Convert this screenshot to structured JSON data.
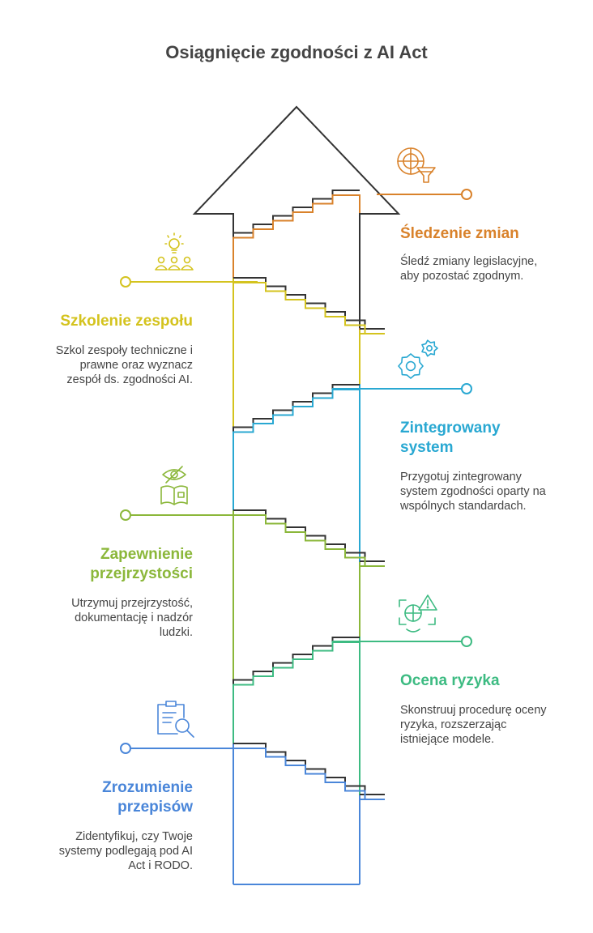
{
  "title": "Osiągnięcie zgodności z AI Act",
  "steps": [
    {
      "title_lines": [
        "Śledzenie zmian"
      ],
      "description_lines": [
        "Śledź zmiany legislacyjne,",
        "aby pozostać zgodnym."
      ],
      "icon": "radar-funnel-icon",
      "color": "#D9822B"
    },
    {
      "title_lines": [
        "Szkolenie zespołu"
      ],
      "description_lines": [
        "Szkol zespoły techniczne i",
        "prawne oraz wyznacz",
        "zespół ds. zgodności AI."
      ],
      "icon": "lightbulb-team-icon",
      "color": "#D4C31E"
    },
    {
      "title_lines": [
        "Zintegrowany",
        "system"
      ],
      "description_lines": [
        "Przygotuj zintegrowany",
        "system zgodności oparty na",
        "wspólnych standardach."
      ],
      "icon": "gears-icon",
      "color": "#29A8D2"
    },
    {
      "title_lines": [
        "Zapewnienie",
        "przejrzystości"
      ],
      "description_lines": [
        "Utrzymuj przejrzystość,",
        "dokumentację i nadzór",
        "ludzki."
      ],
      "icon": "eye-book-icon",
      "color": "#8BB73A"
    },
    {
      "title_lines": [
        "Ocena ryzyka"
      ],
      "description_lines": [
        "Skonstruuj procedurę oceny",
        "ryzyka, rozszerzając",
        "istniejące modele."
      ],
      "icon": "risk-warning-icon",
      "color": "#3DBB82"
    },
    {
      "title_lines": [
        "Zrozumienie",
        "przepisów"
      ],
      "description_lines": [
        "Zidentyfikuj, czy Twoje",
        "systemy podlegają pod AI",
        "Act i RODO."
      ],
      "icon": "clipboard-search-icon",
      "color": "#4A86D9"
    }
  ],
  "colors": {
    "outline": "#333333",
    "text": "#444444",
    "background": "#FFFFFF"
  }
}
